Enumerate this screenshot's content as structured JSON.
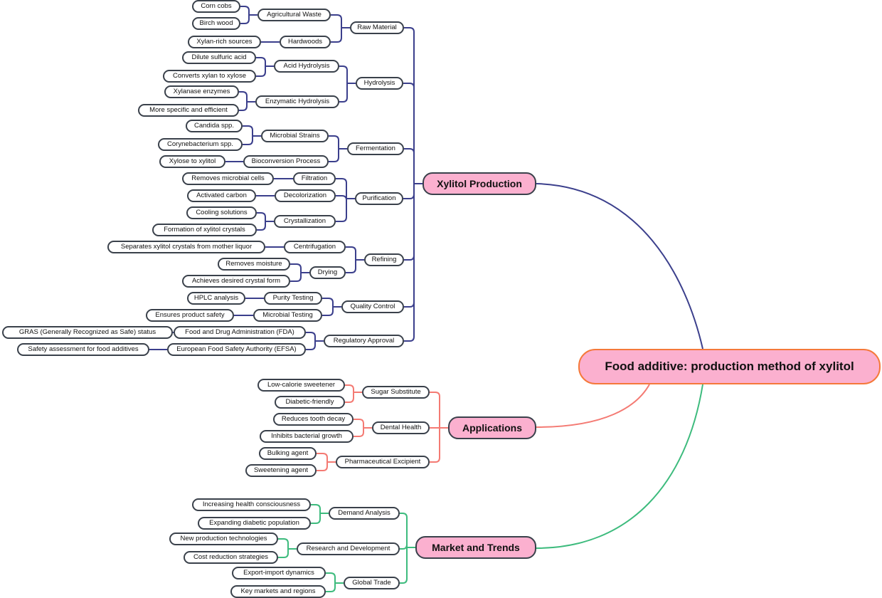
{
  "root": {
    "label": "Food additive: production method of xylitol"
  },
  "colors": {
    "xylitol_production": "#3b3f8c",
    "applications": "#f47a73",
    "market_and_trends": "#3dbb7d",
    "root_border": "#f5793a",
    "main_fill": "#fbb0cf"
  },
  "branches": [
    {
      "label": "Xylitol Production",
      "color": "#3b3f8c",
      "children": [
        {
          "label": "Raw Material",
          "children": [
            {
              "label": "Agricultural Waste",
              "children": [
                {
                  "label": "Corn cobs"
                },
                {
                  "label": "Birch wood"
                }
              ]
            },
            {
              "label": "Hardwoods",
              "children": [
                {
                  "label": "Xylan-rich sources"
                }
              ]
            }
          ]
        },
        {
          "label": "Hydrolysis",
          "children": [
            {
              "label": "Acid Hydrolysis",
              "children": [
                {
                  "label": "Dilute sulfuric acid"
                },
                {
                  "label": "Converts xylan to xylose"
                }
              ]
            },
            {
              "label": "Enzymatic Hydrolysis",
              "children": [
                {
                  "label": "Xylanase enzymes"
                },
                {
                  "label": "More specific and efficient"
                }
              ]
            }
          ]
        },
        {
          "label": "Fermentation",
          "children": [
            {
              "label": "Microbial Strains",
              "children": [
                {
                  "label": "Candida spp."
                },
                {
                  "label": "Corynebacterium spp."
                }
              ]
            },
            {
              "label": "Bioconversion Process",
              "children": [
                {
                  "label": "Xylose to xylitol"
                }
              ]
            }
          ]
        },
        {
          "label": "Purification",
          "children": [
            {
              "label": "Filtration",
              "children": [
                {
                  "label": "Removes microbial cells"
                }
              ]
            },
            {
              "label": "Decolorization",
              "children": [
                {
                  "label": "Activated carbon"
                }
              ]
            },
            {
              "label": "Crystallization",
              "children": [
                {
                  "label": "Cooling solutions"
                },
                {
                  "label": "Formation of xylitol crystals"
                }
              ]
            }
          ]
        },
        {
          "label": "Refining",
          "children": [
            {
              "label": "Centrifugation",
              "children": [
                {
                  "label": "Separates xylitol crystals from mother liquor"
                }
              ]
            },
            {
              "label": "Drying",
              "children": [
                {
                  "label": "Removes moisture"
                },
                {
                  "label": "Achieves desired crystal form"
                }
              ]
            }
          ]
        },
        {
          "label": "Quality Control",
          "children": [
            {
              "label": "Purity Testing",
              "children": [
                {
                  "label": "HPLC analysis"
                }
              ]
            },
            {
              "label": "Microbial Testing",
              "children": [
                {
                  "label": "Ensures product safety"
                }
              ]
            }
          ]
        },
        {
          "label": "Regulatory Approval",
          "children": [
            {
              "label": "Food and Drug Administration (FDA)",
              "children": [
                {
                  "label": "GRAS (Generally Recognized as Safe) status"
                }
              ]
            },
            {
              "label": "European Food Safety Authority (EFSA)",
              "children": [
                {
                  "label": "Safety assessment for food additives"
                }
              ]
            }
          ]
        }
      ]
    },
    {
      "label": "Applications",
      "color": "#f47a73",
      "children": [
        {
          "label": "Sugar Substitute",
          "children": [
            {
              "label": "Low-calorie sweetener"
            },
            {
              "label": "Diabetic-friendly"
            }
          ]
        },
        {
          "label": "Dental Health",
          "children": [
            {
              "label": "Reduces tooth decay"
            },
            {
              "label": "Inhibits bacterial growth"
            }
          ]
        },
        {
          "label": "Pharmaceutical Excipient",
          "children": [
            {
              "label": "Bulking agent"
            },
            {
              "label": "Sweetening agent"
            }
          ]
        }
      ]
    },
    {
      "label": "Market and Trends",
      "color": "#3dbb7d",
      "children": [
        {
          "label": "Demand Analysis",
          "children": [
            {
              "label": "Increasing health consciousness"
            },
            {
              "label": "Expanding diabetic population"
            }
          ]
        },
        {
          "label": "Research and Development",
          "children": [
            {
              "label": "New production technologies"
            },
            {
              "label": "Cost reduction strategies"
            }
          ]
        },
        {
          "label": "Global Trade",
          "children": [
            {
              "label": "Export-import dynamics"
            },
            {
              "label": "Key markets and regions"
            }
          ]
        }
      ]
    }
  ]
}
